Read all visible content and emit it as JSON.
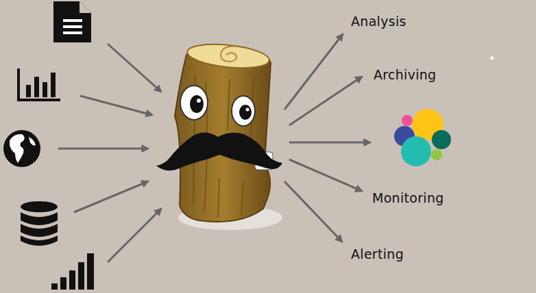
{
  "diagram": {
    "labels": [
      "Analysis",
      "Archiving",
      "Monitoring",
      "Alerting"
    ]
  }
}
